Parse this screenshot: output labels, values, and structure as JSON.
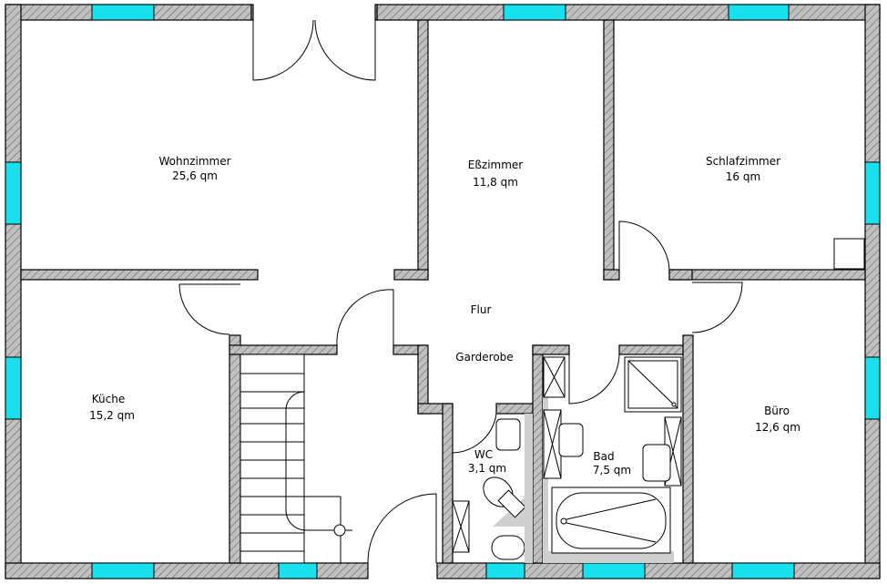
{
  "rooms": {
    "wohnzimmer": {
      "name": "Wohnzimmer",
      "area": "25,6 qm"
    },
    "esszimmer": {
      "name": "Eßzimmer",
      "area": "11,8 qm"
    },
    "schlafzimmer": {
      "name": "Schlafzimmer",
      "area": "16 qm"
    },
    "flur": {
      "name": "Flur"
    },
    "garderobe": {
      "name": "Garderobe"
    },
    "kueche": {
      "name": "Küche",
      "area": "15,2 qm"
    },
    "wc": {
      "name": "WC",
      "area": "3,1 qm"
    },
    "bad": {
      "name": "Bad",
      "area": "7,5 qm"
    },
    "buero": {
      "name": "Büro",
      "area": "12,6 qm"
    }
  },
  "colors": {
    "wall_fill": "#c0c0c0",
    "window": "#19e0ec",
    "line": "#000000",
    "background": "#ffffff"
  }
}
